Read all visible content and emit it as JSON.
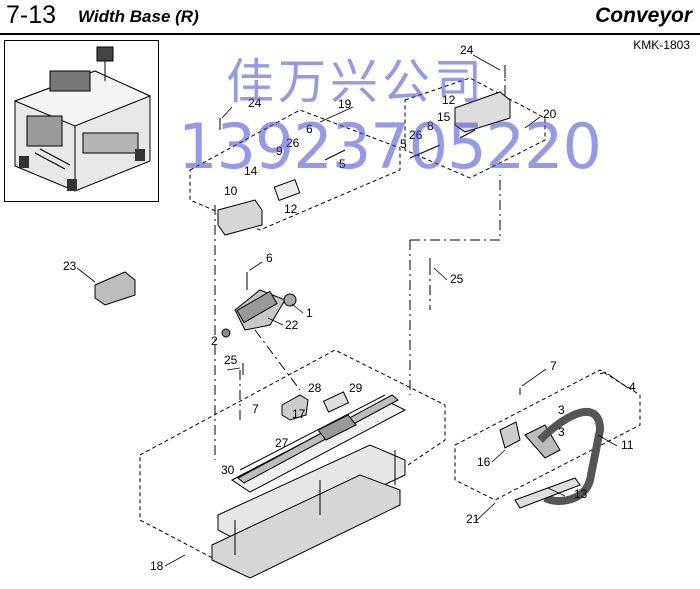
{
  "header": {
    "section": "7-13",
    "title": "Width Base (R)",
    "category": "Conveyor"
  },
  "model": "KMK-1803",
  "watermark": {
    "line1": "佳万兴公司",
    "line2": "13923705220",
    "color": "#3c46dc"
  },
  "callouts": [
    "24",
    "19",
    "12",
    "15",
    "20",
    "6",
    "8",
    "9",
    "26",
    "5",
    "26",
    "5",
    "24",
    "14",
    "10",
    "12",
    "23",
    "6",
    "25",
    "1",
    "22",
    "2",
    "25",
    "7",
    "28",
    "29",
    "17",
    "27",
    "30",
    "7",
    "3",
    "3",
    "4",
    "11",
    "16",
    "13",
    "21",
    "18"
  ]
}
